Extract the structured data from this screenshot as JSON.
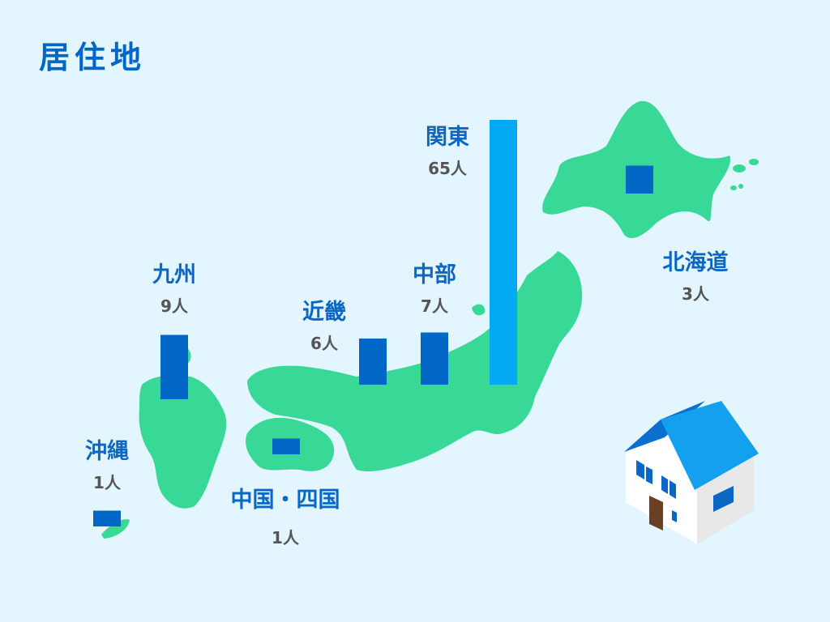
{
  "title": "居住地",
  "colors": {
    "background": "#e3f5fe",
    "land": "#38d896",
    "bar": "#0067c6",
    "bar_highlight": "#03a9f4",
    "label": "#0a67c3",
    "value": "#555555"
  },
  "chart_data": {
    "type": "bar",
    "title": "居住地",
    "unit": "人",
    "categories": [
      "沖縄",
      "九州",
      "中国・四国",
      "近畿",
      "中部",
      "関東",
      "北海道"
    ],
    "values": [
      1,
      9,
      1,
      6,
      7,
      65,
      3
    ],
    "value_labels": [
      "1人",
      "9人",
      "1人",
      "6人",
      "7人",
      "65人",
      "3人"
    ],
    "highlight": "関東"
  }
}
